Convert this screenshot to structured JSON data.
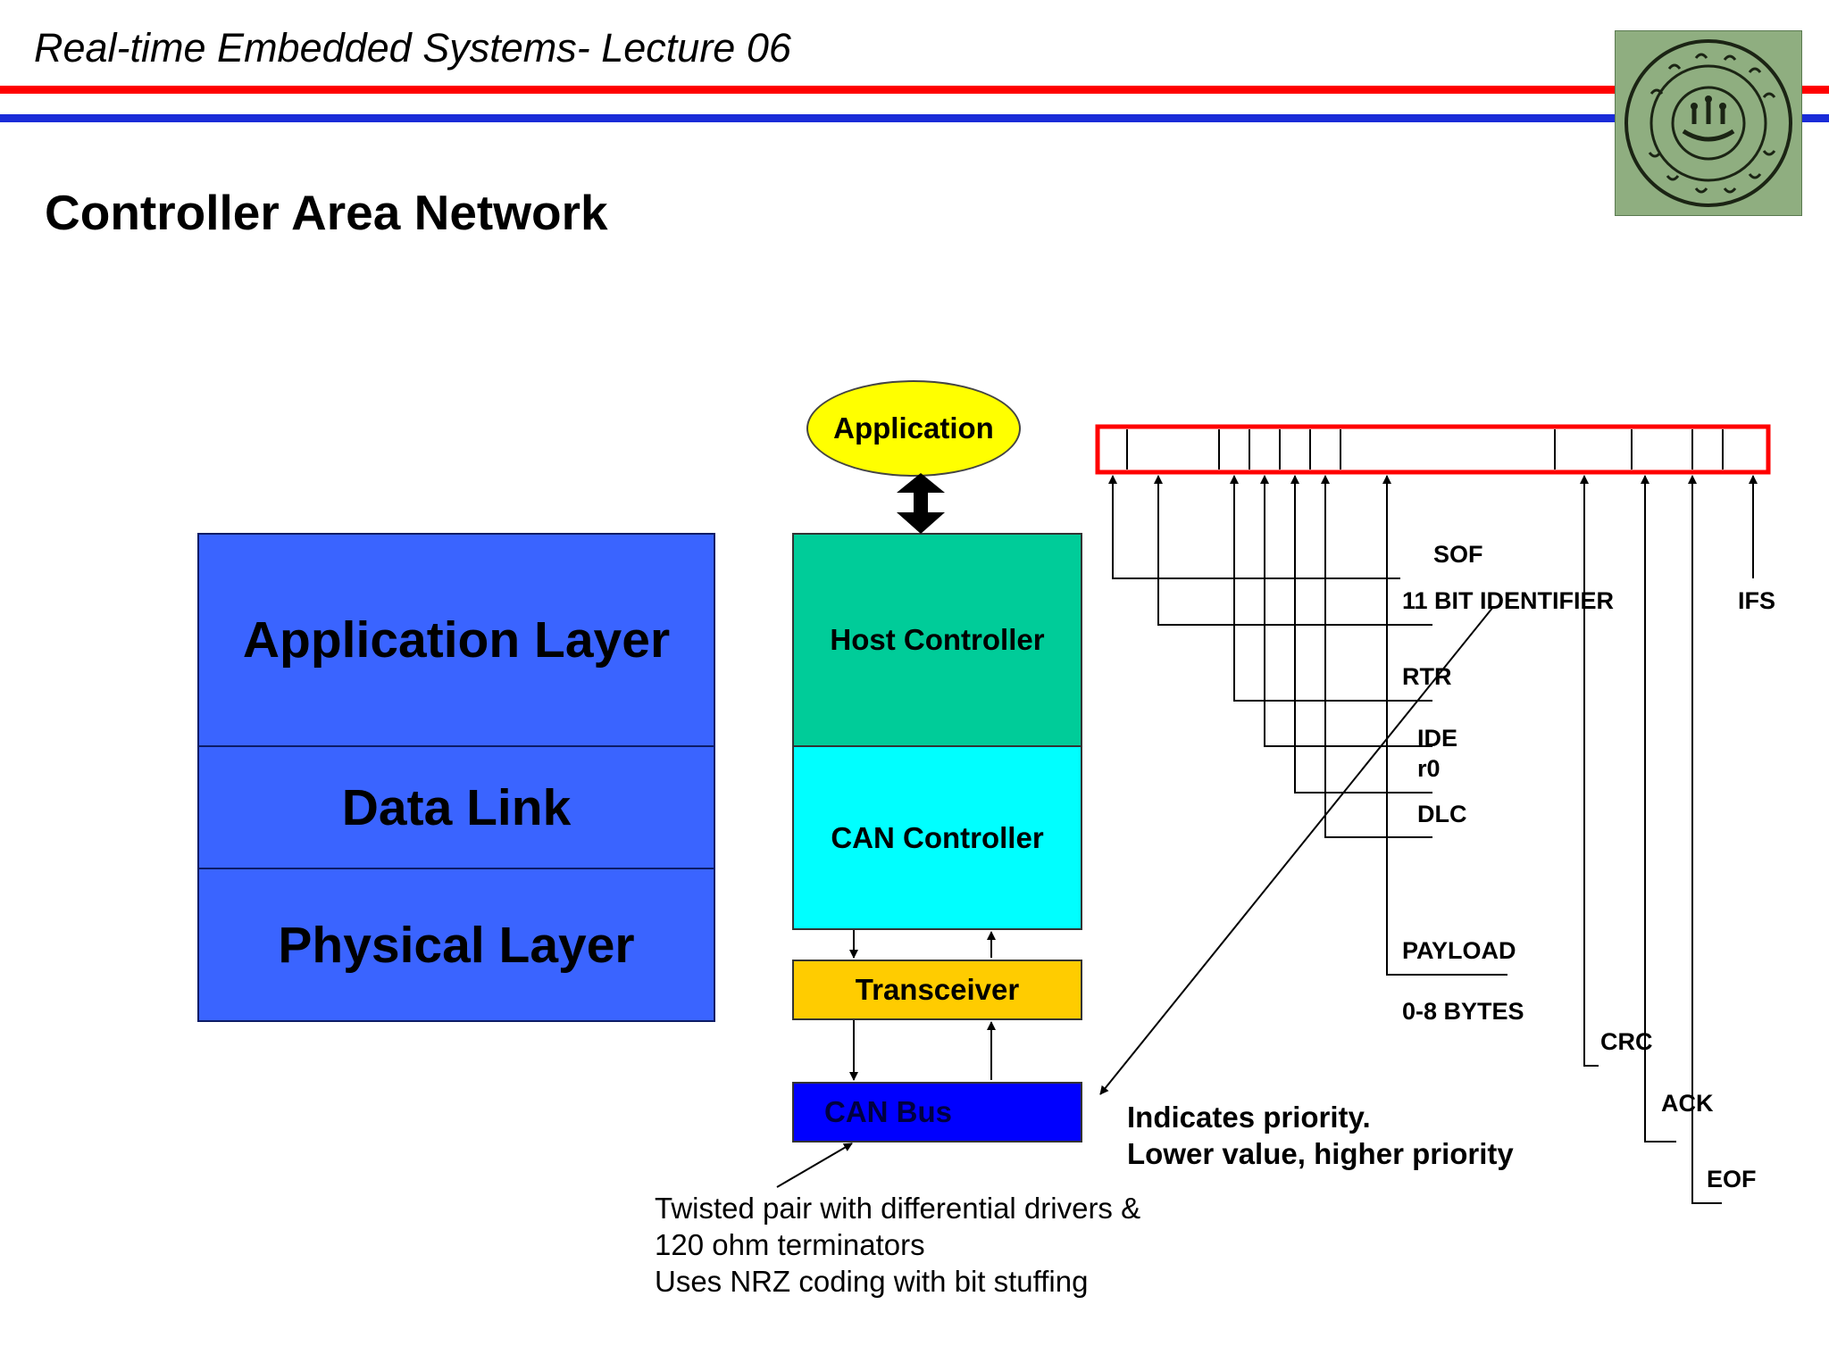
{
  "header": {
    "title": "Real-time  Embedded Systems- Lecture 06"
  },
  "page_title": "Controller Area Network",
  "stack_layers": [
    "Application Layer",
    "Data Link",
    "Physical Layer"
  ],
  "hardware": {
    "application": "Application",
    "host_controller": "Host Controller",
    "can_controller": "CAN Controller",
    "transceiver": "Transceiver",
    "can_bus": "CAN Bus"
  },
  "colors": {
    "layer_blue": "#3a64ff",
    "application_yellow": "#ffff00",
    "host_green": "#00cc99",
    "can_controller_cyan": "#00ffff",
    "transceiver_orange": "#ffcc00",
    "can_bus_blue": "#0000ff",
    "frame_red": "#ff0000",
    "rule_red": "#ff0000",
    "rule_blue": "#1a2cd8"
  },
  "frame_fields": {
    "sof": "SOF",
    "identifier": "11 BIT IDENTIFIER",
    "ifs": "IFS",
    "rtr": "RTR",
    "ide": "IDE",
    "r0": "r0",
    "dlc": "DLC",
    "payload": "PAYLOAD",
    "payload_size": "0-8 BYTES",
    "crc": "CRC",
    "ack": "ACK",
    "eof": "EOF"
  },
  "priority_note": [
    "Indicates priority.",
    "Lower value, higher priority"
  ],
  "bus_note": [
    "Twisted pair with differential drivers &",
    "120 ohm terminators",
    "Uses NRZ coding with bit stuffing"
  ]
}
